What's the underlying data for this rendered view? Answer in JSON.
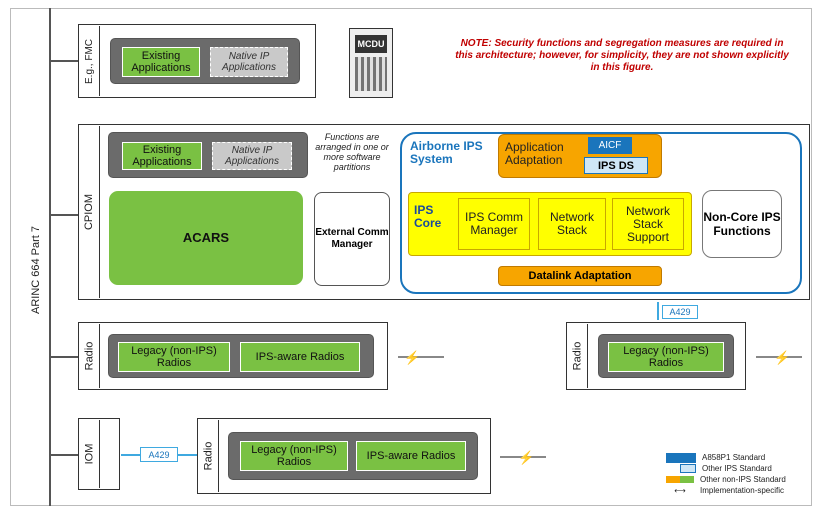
{
  "bus_label": "ARINC 664 Part 7",
  "fmc": {
    "side_label": "E.g., FMC",
    "existing": "Existing Applications",
    "native": "Native IP Applications"
  },
  "mcdu_label": "MCDU",
  "note": "NOTE: Security functions and segregation measures are required in this architecture; however, for simplicity, they are not shown explicitly in this figure.",
  "cpiom": {
    "side_label": "CPIOM",
    "existing": "Existing Applications",
    "native": "Native IP Applications",
    "functions_note": "Functions are arranged in one or more software partitions",
    "acars": "ACARS",
    "ecm": "External Comm Manager",
    "ips_title": "Airborne IPS System",
    "app_adaptation": "Application Adaptation",
    "aicf": "AICF",
    "ips_ds": "IPS DS",
    "ips_core": "IPS Core",
    "ips_comm_manager": "IPS Comm Manager",
    "network_stack": "Network Stack",
    "network_stack_support": "Network Stack Support",
    "noncore": "Non-Core IPS Functions",
    "datalink": "Datalink Adaptation"
  },
  "a429_vertical": "A429",
  "radio1": {
    "side_label": "Radio",
    "legacy": "Legacy (non-IPS) Radios",
    "ipsaware": "IPS-aware Radios"
  },
  "radio2": {
    "side_label": "Radio",
    "legacy": "Legacy (non-IPS) Radios"
  },
  "iom": {
    "side_label": "IOM",
    "a429": "A429"
  },
  "radio3": {
    "side_label": "Radio",
    "legacy": "Legacy (non-IPS) Radios",
    "ipsaware": "IPS-aware Radios"
  },
  "legend": {
    "a858": "A858P1 Standard",
    "other_ips": "Other IPS Standard",
    "other_non_ips": "Other non-IPS Standard",
    "impl": "Implementation-specific"
  },
  "colors": {
    "ips_blue": "#1a75bc",
    "orange": "#f7a500",
    "yellow": "#ffff00",
    "green": "#7ac143",
    "note_red": "#c00000",
    "a429_blue": "#3fa9e0"
  }
}
